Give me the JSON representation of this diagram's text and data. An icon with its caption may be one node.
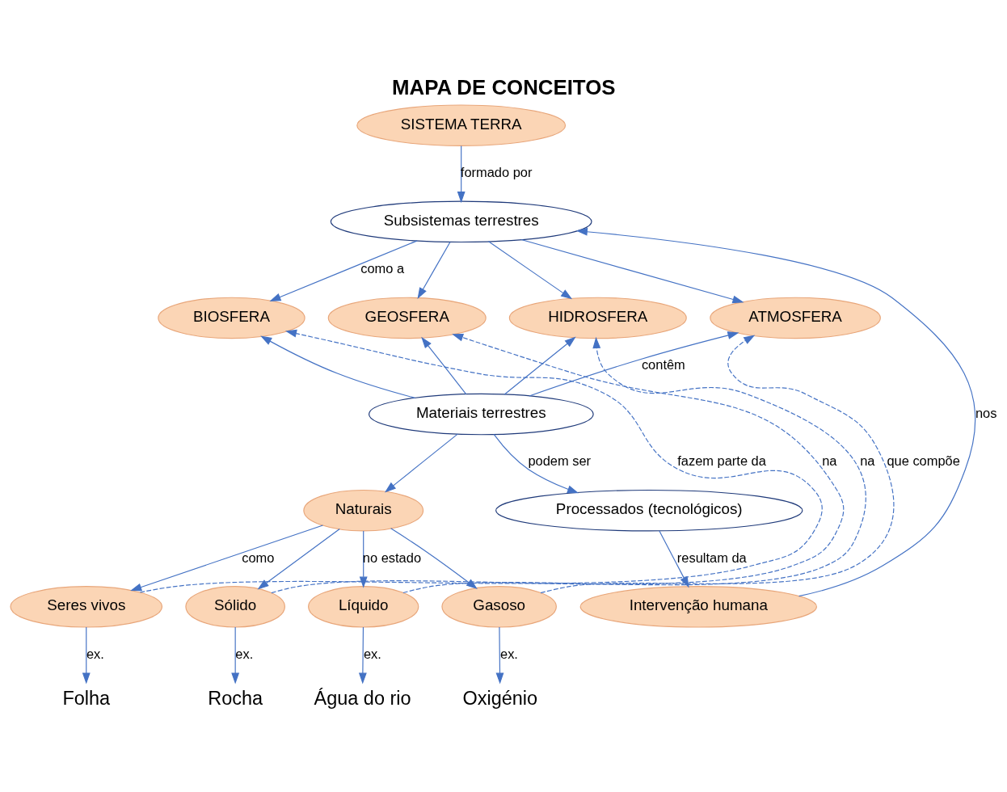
{
  "diagram": {
    "title": "MAPA DE CONCEITOS",
    "nodes": [
      {
        "text": [
          "SISTEMA TERRA"
        ]
      },
      {
        "text": [
          "Subsistemas terrestres"
        ]
      },
      {
        "text": [
          "BIOSFERA"
        ]
      },
      {
        "text": [
          "GEOSFERA"
        ]
      },
      {
        "text": [
          "HIDROSFERA"
        ]
      },
      {
        "text": [
          "ATMOSFERA"
        ]
      },
      {
        "text": [
          "Materiais terrestres"
        ]
      },
      {
        "text": [
          "Naturais"
        ]
      },
      {
        "text": [
          "Processados (tecnológicos)"
        ]
      },
      {
        "text": [
          "Seres vivos"
        ]
      },
      {
        "text": [
          "Sólido"
        ]
      },
      {
        "text": [
          "Líquido"
        ]
      },
      {
        "text": [
          "Gasoso"
        ]
      },
      {
        "text": [
          "Intervenção humana"
        ]
      },
      {
        "text": [
          "Folha"
        ]
      },
      {
        "text": [
          "Rocha"
        ]
      },
      {
        "text": [
          "Água do rio"
        ]
      },
      {
        "text": [
          "Oxigénio"
        ]
      }
    ],
    "edges": [
      {
        "from": 0,
        "to": 1,
        "arrow": "to",
        "label": "formado por"
      },
      {
        "from": 1,
        "to": 2,
        "arrow": "to",
        "label": "como a"
      },
      {
        "from": 1,
        "to": 3,
        "arrow": "to"
      },
      {
        "from": 1,
        "to": 4,
        "arrow": "to"
      },
      {
        "from": 1,
        "to": 5,
        "arrow": "to"
      },
      {
        "from": 6,
        "to": 2,
        "arrow": "to"
      },
      {
        "from": 6,
        "to": 3,
        "arrow": "to"
      },
      {
        "from": 6,
        "to": 4,
        "arrow": "to"
      },
      {
        "from": 6,
        "to": 5,
        "arrow": "to",
        "label": "contêm"
      },
      {
        "from": 6,
        "to": 7,
        "arrow": "to"
      },
      {
        "from": 6,
        "to": 8,
        "arrow": "to",
        "label": "podem ser"
      },
      {
        "from": 7,
        "to": 9,
        "arrow": "to",
        "label": "como"
      },
      {
        "from": 7,
        "to": 10,
        "arrow": "to"
      },
      {
        "from": 7,
        "to": 11,
        "arrow": "to",
        "label": "no estado"
      },
      {
        "from": 7,
        "to": 12,
        "arrow": "to"
      },
      {
        "from": 9,
        "to": 2,
        "arrow": "to",
        "style": "dashed",
        "label": "fazem parte da"
      },
      {
        "from": 10,
        "to": 3,
        "arrow": "to",
        "style": "dashed",
        "label": "na"
      },
      {
        "from": 11,
        "to": 4,
        "arrow": "to",
        "style": "dashed",
        "label": "na"
      },
      {
        "from": 12,
        "to": 5,
        "arrow": "to",
        "style": "dashed",
        "label": "que compõe"
      },
      {
        "from": 8,
        "to": 13,
        "arrow": "to",
        "label": "resultam da"
      },
      {
        "from": 13,
        "to": 1,
        "arrow": "to",
        "label": "nos"
      },
      {
        "from": 9,
        "to": 14,
        "arrow": "to",
        "label": "ex."
      },
      {
        "from": 10,
        "to": 15,
        "arrow": "to",
        "label": "ex."
      },
      {
        "from": 11,
        "to": 16,
        "arrow": "to",
        "label": "ex."
      },
      {
        "from": 12,
        "to": 17,
        "arrow": "to",
        "label": "ex."
      }
    ]
  }
}
